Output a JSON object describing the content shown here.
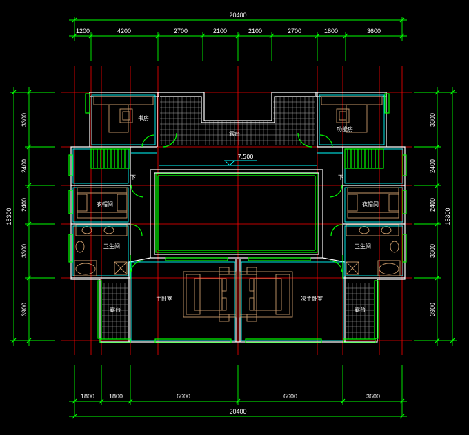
{
  "dimensions": {
    "top_total": "20400",
    "top_segments": [
      "1200",
      "4200",
      "2700",
      "2100",
      "2100",
      "2700",
      "1800",
      "3600"
    ],
    "bottom_total": "20400",
    "bottom_segments": [
      "1800",
      "1800",
      "6600",
      "6600",
      "3600"
    ],
    "left_total": "15300",
    "left_segments": [
      "3300",
      "2400",
      "2400",
      "3300",
      "3900"
    ],
    "right_total": "15300",
    "right_segments": [
      "3300",
      "2400",
      "2400",
      "3300",
      "3900"
    ]
  },
  "rooms": {
    "study": "书房",
    "function_room": "功能房",
    "terrace_top": "露台",
    "level_mark": "7.500",
    "cloakroom_left": "衣帽间",
    "cloakroom_right": "衣帽间",
    "bathroom_left": "卫生间",
    "bathroom_right": "卫生间",
    "master_bedroom": "主卧室",
    "second_master_bedroom": "次主卧室",
    "terrace_left": "露台",
    "terrace_right": "露台",
    "down_left": "下",
    "down_right": "下"
  },
  "colors": {
    "background": "#000000",
    "dimension": "#00ff00",
    "axis": "#ff0000",
    "wall": "#ffffff",
    "window": "#00ff00",
    "partition": "#00ffff",
    "furniture": "#c89a6a",
    "hatch": "#aaaaaa",
    "text": "#ffffff"
  }
}
